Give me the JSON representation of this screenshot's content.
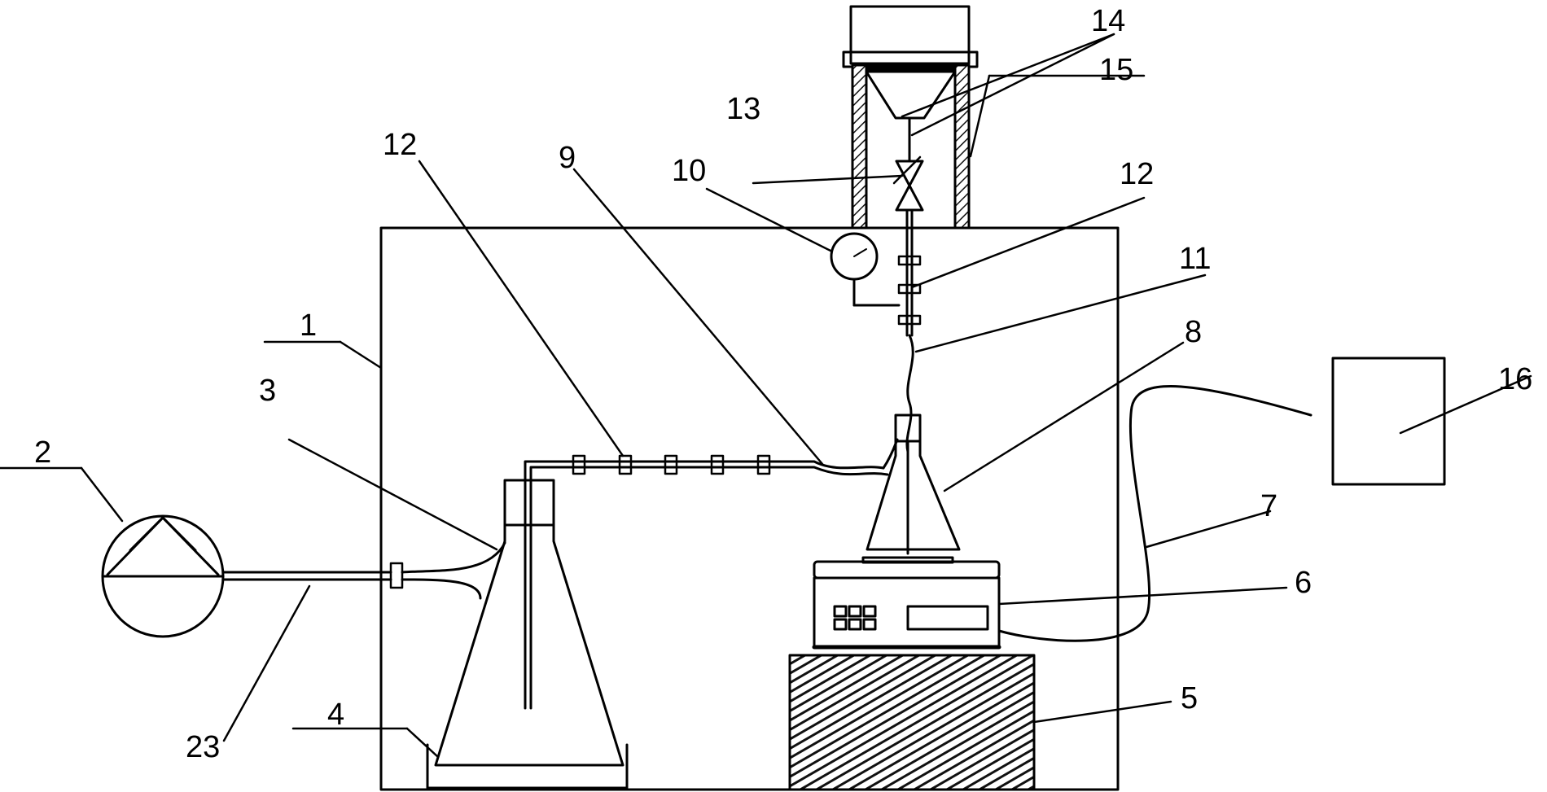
{
  "labels": {
    "l1": "1",
    "l2": "2",
    "l3": "3",
    "l4": "4",
    "l5": "5",
    "l6": "6",
    "l7": "7",
    "l8": "8",
    "l9": "9",
    "l10": "10",
    "l11": "11",
    "l12a": "12",
    "l12b": "12",
    "l13": "13",
    "l14": "14",
    "l15": "15",
    "l16": "16",
    "l23": "23"
  },
  "colors": {
    "line": "#000000",
    "background": "#ffffff",
    "hatch": "#1a1a1a"
  }
}
